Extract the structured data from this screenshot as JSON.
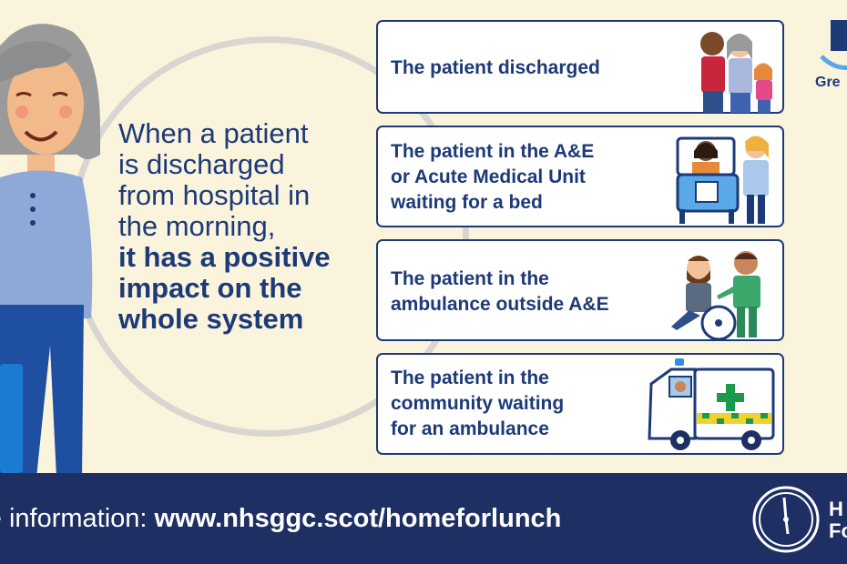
{
  "headline": {
    "line1": "When a patient",
    "line2": "is discharged",
    "line3": "from hospital in",
    "line4": "the morning,",
    "bold1": "it has a positive",
    "bold2": "impact on the",
    "bold3": "whole system"
  },
  "cards": [
    {
      "text": "The patient discharged",
      "icon": "family-icon"
    },
    {
      "text": "The patient in the A&E or Acute Medical Unit waiting for a bed",
      "icon": "hospital-bed-icon"
    },
    {
      "text": "The patient in the ambulance outside A&E",
      "icon": "wheelchair-icon"
    },
    {
      "text": "The patient in the community waiting for an ambulance",
      "icon": "ambulance-icon"
    }
  ],
  "card_lines": {
    "c1": [
      "The patient discharged"
    ],
    "c2": [
      "The patient in the A&E",
      "or Acute Medical Unit",
      "waiting for a bed"
    ],
    "c3": [
      "The patient in the",
      "ambulance outside A&E"
    ],
    "c4": [
      "The patient in the",
      "community waiting",
      "for an ambulance"
    ]
  },
  "logo": {
    "text": "Gre"
  },
  "footer": {
    "prefix": "ore information: ",
    "url": "www.nhsggc.scot/homeforlunch",
    "brand_line1": "H",
    "brand_line2": "Fo"
  },
  "colors": {
    "navy": "#1d3a78",
    "background": "#fbf4dd",
    "footer": "#1d2f63"
  }
}
